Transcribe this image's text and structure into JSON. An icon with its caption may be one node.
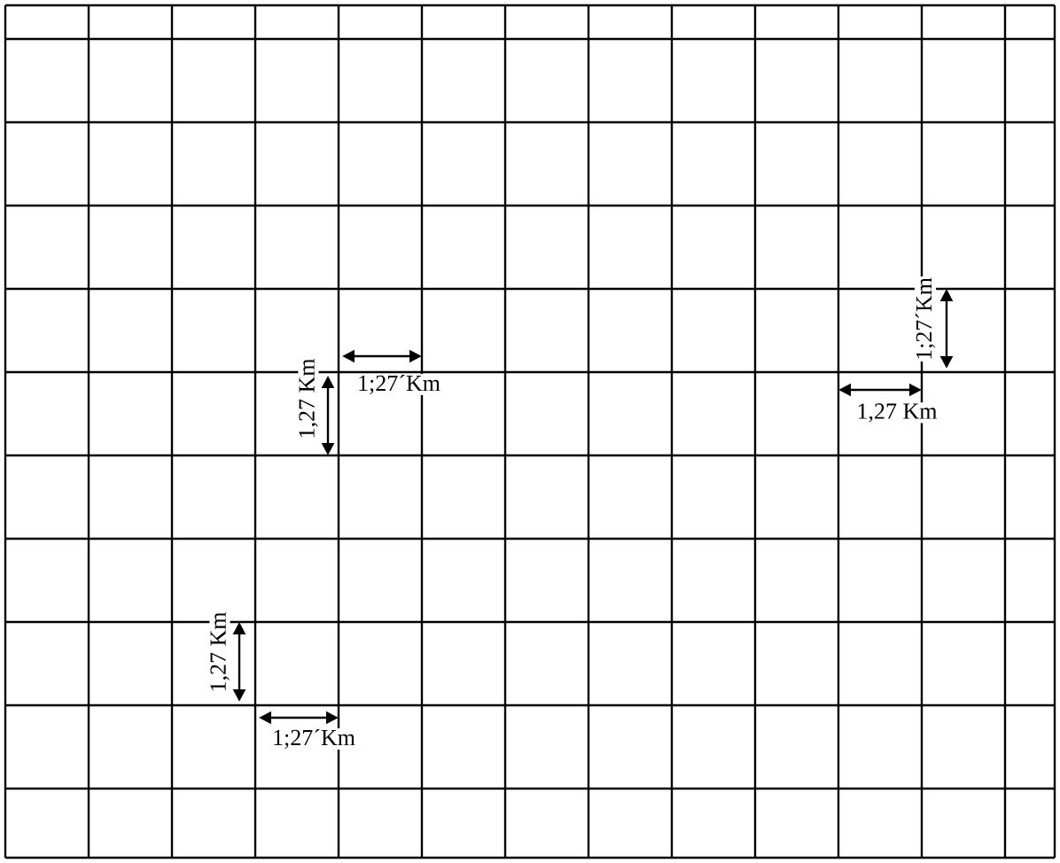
{
  "diagram": {
    "labels": [
      "1;27´Km",
      "1;27´Km",
      "1,27 Km",
      "1,27 Km",
      "1,27 Km",
      "1;27´Km"
    ]
  }
}
